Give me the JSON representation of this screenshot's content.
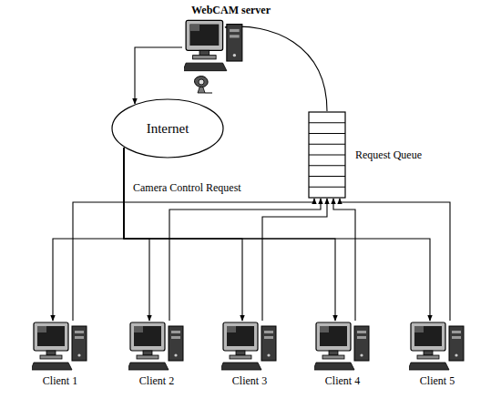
{
  "diagram": {
    "nodes": [
      {
        "text": [
          "WebCAM server"
        ]
      },
      {
        "text": [
          "Internet"
        ]
      },
      {
        "text": [
          "Request Queue"
        ]
      },
      {
        "text": [
          "Client 1"
        ]
      },
      {
        "text": [
          "Client 2"
        ]
      },
      {
        "text": [
          "Client 3"
        ]
      },
      {
        "text": [
          "Client 4"
        ]
      },
      {
        "text": [
          "Client 5"
        ]
      }
    ],
    "edges": [
      {
        "from": 0,
        "to": 1,
        "arrow": "to"
      },
      {
        "from": 1,
        "to": 3,
        "arrow": "to"
      },
      {
        "from": 1,
        "to": 4,
        "arrow": "to"
      },
      {
        "from": 1,
        "to": 5,
        "arrow": "to"
      },
      {
        "from": 1,
        "to": 6,
        "arrow": "to"
      },
      {
        "from": 1,
        "to": 7,
        "arrow": "to"
      },
      {
        "from": 3,
        "to": 2,
        "arrow": "to"
      },
      {
        "from": 4,
        "to": 2,
        "arrow": "to"
      },
      {
        "from": 5,
        "to": 2,
        "arrow": "to"
      },
      {
        "from": 6,
        "to": 2,
        "arrow": "to"
      },
      {
        "from": 7,
        "to": 2,
        "arrow": "to"
      },
      {
        "from": 2,
        "to": 0,
        "arrow": "to"
      }
    ],
    "labels": [
      "Camera Control Request"
    ]
  }
}
